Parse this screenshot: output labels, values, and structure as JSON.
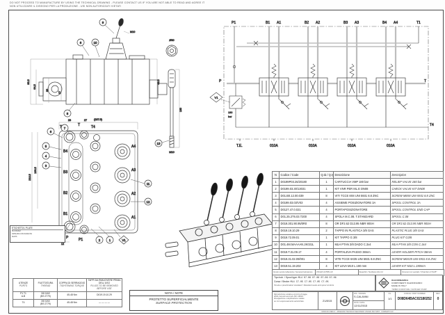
{
  "page": {
    "disclaimer1": "DO NOT PROCEED TO MANUFACTURE BY USING THE TECHNICAL DRAWING - PLEASE CONTACT US IF YOU ARE NOT ABLE TO READ AND AGREE IT",
    "disclaimer2": "NON UTILIZZARE IL DISEGNO PER LA PRODUZIONE - USI NON AUTORIZZATI VIETATI"
  },
  "sch": {
    "p1": "P1",
    "b1": "B1",
    "a1": "A1",
    "b2": "B2",
    "a2": "A2",
    "b3": "B3",
    "a3": "A3",
    "b4": "B4",
    "a4": "A4",
    "t1": "T1",
    "p": "P",
    "t": "T",
    "t4": "T4",
    "v1": "V1",
    "bar_val": "180",
    "bar_unit": "bar",
    "te": "T.E.",
    "s1": "010A",
    "s2": "010A",
    "s3": "010A",
    "s4": "010A"
  },
  "side": {
    "b9": "9",
    "b6": "6",
    "b10": "10",
    "b8": "8",
    "m10": "M10",
    "d485": "48.5",
    "d645": "64.5",
    "d955": "95.5",
    "d36": "36",
    "d27": "27"
  },
  "plan": {
    "t1": "T1",
    "t": "T",
    "t4": "T4",
    "a1": "A1",
    "a2": "A2",
    "a3": "A3",
    "a4": "A4",
    "b1": "B1",
    "b2": "B2",
    "b3": "B3",
    "b4": "B4",
    "p": "P",
    "p1": "P1",
    "n1": "1",
    "n2": "2",
    "n3": "3",
    "n4": "4",
    "n5": "5",
    "n6": "6",
    "n7": "7",
    "n11": "11",
    "n12": "12",
    "v1": "V1",
    "dtop": "(237.5)",
    "d23": "23",
    "d27": "27",
    "d218": "218.5",
    "d160": "160.5",
    "d12": "12",
    "note_title": "ETICHETTA / PLATE",
    "note1": "P.LOGO2",
    "note2": "MISURA INCASSATA",
    "note3": "DATA"
  },
  "lever": {
    "n13": "13",
    "dd": "Ø30",
    "dm": "M10",
    "dl": "190"
  },
  "parts": {
    "h_n": "N",
    "h_code": "Codice / Code",
    "h_qty": "Q.tà / Q.ty",
    "h_desc": "Descrizione",
    "h_desc_en": "Description",
    "rows": [
      {
        "n": "1",
        "code": "D0199P03.26/20180",
        "qty": "1",
        "it": "CARTUCCIA VMP 180 bar",
        "en": "RELIEF VALVE 180 bar"
      },
      {
        "n": "2",
        "code": "D0199.03.30/13031",
        "qty": "1",
        "it": "KIT VNR PER ML.E DN08",
        "en": "CHECK VALVE KIT DN08"
      },
      {
        "n": "3",
        "code": "D01.B0.12.00.039",
        "qty": "8",
        "it": "VITI TCCE 8X8 UNI 5931 8.8 ZNC",
        "en": "SCREW M8X8 UNI 5931 8.8 ZNC"
      },
      {
        "n": "4",
        "code": "D0199.03.03/V03",
        "qty": "4",
        "it": "ASSIEME POSIZIONATORE 3A",
        "en": "SPOOL CONTROL 3A"
      },
      {
        "n": "5",
        "code": "D0127.47.0.021",
        "qty": "4",
        "it": "PORTAPOSIZIONATORE",
        "en": "SPOOL CONTROL END CAP"
      },
      {
        "n": "6",
        "code": "D01.25.2T6.03.T200",
        "qty": "4",
        "it": "SPOLA M.C.08. T.STANDARD",
        "en": "SPOOL C.08"
      },
      {
        "n": "7",
        "code": "D019.301.90.95/0R0",
        "qty": "8",
        "it": "OR DF2.62 D13.95 NBR 90SH",
        "en": "OR DF2.62 D13.95 NBR 90SH"
      },
      {
        "n": "8",
        "code": "D019.19.10.29",
        "qty": "2",
        "it": "TAPPO IN PLASTICA 3/8 GAS",
        "en": "PLASTIC PLUG 3/8 GAS"
      },
      {
        "n": "9",
        "code": "D019.72.09.01",
        "qty": "1",
        "it": "KIT TAPPO G 3/8",
        "en": "PLUG KIT G3/8"
      },
      {
        "n": "10",
        "code": "D01.4M.MAAAAN.2K031L",
        "qty": "1",
        "it": "MLH PTAN 3/8 DADO C.3x4",
        "en": "MLH PTAN 3/8 CON C.3x4"
      },
      {
        "n": "11",
        "code": "D019.T.31.09.17",
        "qty": "4",
        "it": "PORTALEVA PASSO 38mm",
        "en": "LEVER HOLDER PITCH 38mm"
      },
      {
        "n": "12",
        "code": "D019.31.02.09/001",
        "qty": "8",
        "it": "VITE TCCE 6X35 UNI 5931 8.8 ZNC",
        "en": "SCREW M6X35 UNI 5931 8.8 ZNC"
      },
      {
        "n": "13",
        "code": "D019.51.19.202",
        "qty": "4",
        "it": "KIT LEVA M10 L.190 mm",
        "en": "LEVER KIT M10 L.190mm"
      }
    ],
    "f1": "Quote senza tolleranza / General tolerances",
    "f2": "UNI EN 22768-mK",
    "f3": "Superfici / Surfaces Ra 3.2",
    "f4": "Smussi non quotati / Chamfers 0.5x45°"
  },
  "ports_tbl": {
    "h1a": "UTENZE",
    "h1b": "PORTS",
    "h2a": "FILETTATURA",
    "h2b": "THREAD",
    "h3a": "COPPIA DI SERRAGGIO",
    "h3b": "TIGHTENING TORQUE",
    "h4a": "TAPPI DA RIMUOVERE PRIMA DELL'USO",
    "h4b": "PLUGS TO BE REMOVED BEFORE USE",
    "r1c1a": "P1 T1",
    "r1c1b": "A-B",
    "r1c2a": "3/8 GAS",
    "r1c2b": "(BS 2779)",
    "r1c3": "45-48 Nm",
    "r1c4": "D019.19.10.29",
    "r2c1": "T4",
    "r2c2a": "3/8 GAS",
    "r2c2b": "(BS 2779)",
    "r2c3": "45-48 Nm",
    "r2c4": "— — — —"
  },
  "note_box": {
    "title": "NOTA / NOTE",
    "line1": "PROTETTO SUPERFICIALMENTE",
    "line2": "SURFACE PROTECTION"
  },
  "tb": {
    "spool_label": "Tipo bob. / Spool type:",
    "spool_value": "ML4 07.06 07.06 07.06 07.06",
    "stroke_label": "Corsa / Stroke:",
    "stroke_value": "ML4 C7.05 C7.05 C7.05 C7.05",
    "extra": "Tenute e posizionatori standard / Standard seals and spool controls",
    "legal1": "Riproduzione vietata a termini di legge,",
    "legal2": "diritti riservati secondo ISO 16016.",
    "legal3": "Divulgazione e duplicazione vietate",
    "legal4": "se non espressamente autorizzate.",
    "mid_date": "21/8/15",
    "drawn_label": "DIS. / DRAWN",
    "drawn_by": "S.CALANNI",
    "date_label": "DATA / DATE",
    "date": "12/11/2015",
    "sheet_label": "FG.",
    "sheet": "1/1",
    "code_label": "CODICE / PART NUMBER",
    "code": "D08D64BAC02180252",
    "rev_label": "REV.",
    "rev": "0",
    "stamp1": "OLEODINAMICA",
    "stamp2": "COMPONENTI OLEODINAMICI",
    "stamp3": "MADE IN ITALY",
    "stamp_caption": "TIMBRO FORNITORE / SUPPLIER STAMP",
    "footer": "MOD.013 REV.2 · DISEGNO TECNICO SECONDO UNI EN ISO 5457 · FORMATO A3"
  }
}
